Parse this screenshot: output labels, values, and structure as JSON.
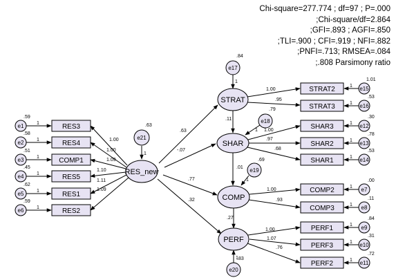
{
  "fit_stats": [
    "Chi-square=277.774 ; df=97 ; P=.000",
    ";Chi-square/df=2.864",
    ";GFI=.893 ; AGFI=.850",
    ";TLI=.900 ; CFI=.919 ; NFI=.882",
    ";PNFI=.713; RMSEA=.084",
    ";.808 Parsimony ratio"
  ],
  "latent": {
    "res_new": {
      "label": "RES_new"
    },
    "strat": {
      "label": "STRAT"
    },
    "shar": {
      "label": "SHAR"
    },
    "comp": {
      "label": "COMP"
    },
    "perf": {
      "label": "PERF"
    }
  },
  "indicators": {
    "res3": {
      "label": "RES3"
    },
    "res4": {
      "label": "RES4"
    },
    "comp1": {
      "label": "COMP1"
    },
    "res5": {
      "label": "RES5"
    },
    "res1": {
      "label": "RES1"
    },
    "res2": {
      "label": "RES2"
    },
    "strat2": {
      "label": "STRAT2"
    },
    "strat3": {
      "label": "STRAT3"
    },
    "shar3": {
      "label": "SHAR3"
    },
    "shar2": {
      "label": "SHAR2"
    },
    "shar1": {
      "label": "SHAR1"
    },
    "comp2": {
      "label": "COMP2"
    },
    "comp3": {
      "label": "COMP3"
    },
    "perf1": {
      "label": "PERF1"
    },
    "perf3": {
      "label": "PERF3"
    },
    "perf2": {
      "label": "PERF2"
    }
  },
  "errors": {
    "e1": {
      "label": "e1",
      "variance": ".59"
    },
    "e2": {
      "label": "e2",
      "variance": ".58"
    },
    "e3": {
      "label": "e3",
      "variance": ".51"
    },
    "e4": {
      "label": "e4",
      "variance": ".45"
    },
    "e5": {
      "label": "e5",
      "variance": ".62"
    },
    "e6": {
      "label": "e6",
      "variance": ".59"
    },
    "e15": {
      "label": "e15",
      "variance": "1.01"
    },
    "e16": {
      "label": "e16",
      "variance": ".53"
    },
    "e12": {
      "label": "e12",
      "variance": ".30"
    },
    "e13": {
      "label": "e13",
      "variance": ".78"
    },
    "e14": {
      "label": "e14",
      "variance": ".53"
    },
    "e7": {
      "label": "e7",
      "variance": ".00"
    },
    "e8": {
      "label": "e8",
      "variance": ".11"
    },
    "e9": {
      "label": "e9",
      "variance": ".84"
    },
    "e10": {
      "label": "e10",
      "variance": ".31"
    },
    "e11": {
      "label": "e11",
      "variance": ".72"
    },
    "e17": {
      "label": "e17",
      "variance": ".84"
    },
    "e18": {
      "label": "e18",
      "variance": ".79"
    },
    "e19": {
      "label": "e19",
      "variance": ".69"
    },
    "e20": {
      "label": "e20",
      "variance": ".83"
    },
    "e21": {
      "label": "e21",
      "variance": ".63"
    }
  },
  "fixed_one": "1",
  "loadings": {
    "res3": "1.00",
    "res4": "1.00",
    "comp1": "1.09",
    "res5": "1.10",
    "res1": "1.11",
    "res2": "1.09",
    "strat2": "1.00",
    "strat3": ".95",
    "shar3": "1.00",
    "shar2": ".97",
    "shar1": ".68",
    "comp2": "1.00",
    "comp3": ".93",
    "perf1": "1.00",
    "perf3": "1.07",
    "perf2": ".76"
  },
  "structural": {
    "res_strat": ".63",
    "res_shar": "-.07",
    "res_comp": ".77",
    "res_perf": ".32",
    "strat_shar": ".11",
    "shar_comp": ".01",
    "comp_perf": ".27"
  }
}
